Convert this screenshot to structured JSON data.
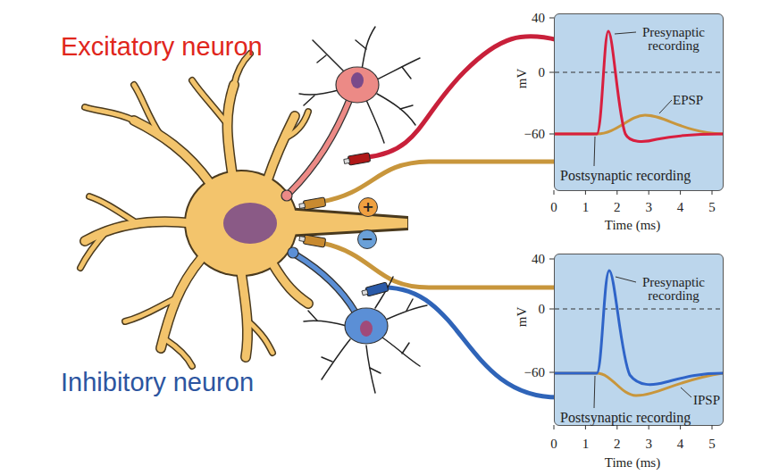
{
  "diagram": {
    "nodes": [
      {
        "text": [
          "Presynaptic recording",
          "EPSP",
          "Postsynaptic recording"
        ]
      },
      {
        "text": [
          "+"
        ]
      },
      {
        "text": [
          "−"
        ]
      },
      {
        "text": [
          "Presynaptic recording",
          "IPSP",
          "Postsynaptic recording"
        ]
      }
    ],
    "labels": [
      "Excitatory neuron",
      "40",
      "0",
      "−60",
      "mV",
      "0",
      "1",
      "2",
      "3",
      "4",
      "5",
      "Time (ms)",
      "Inhibitory neuron",
      "40",
      "0",
      "−60",
      "mV",
      "0",
      "1",
      "2",
      "3",
      "4",
      "5",
      "Time (ms)"
    ]
  }
}
